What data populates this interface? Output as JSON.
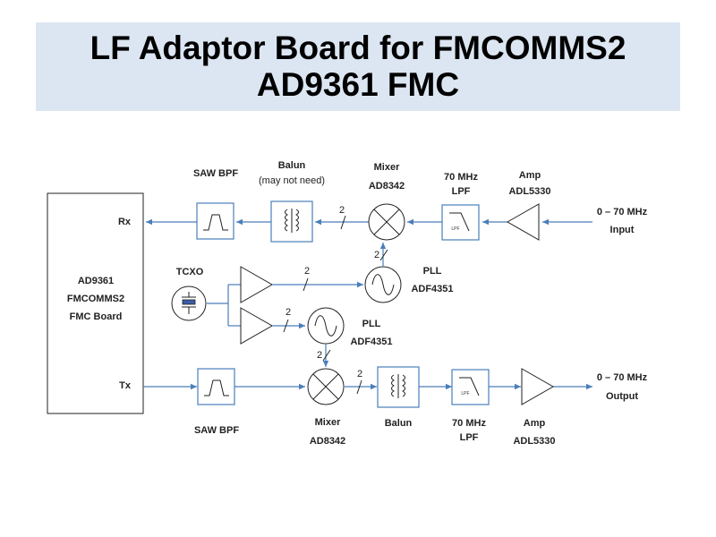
{
  "title": {
    "line1": "LF Adaptor Board for FMCOMMS2",
    "line2": "AD9361 FMC"
  },
  "colors": {
    "title_background": "#dce6f2",
    "signal_wire": "#4a7ebb",
    "block_outline": "#222222"
  },
  "board": {
    "line1": "AD9361",
    "line2": "FMCOMMS2",
    "line3": "FMC Board",
    "rx_port": "Rx",
    "tx_port": "Tx"
  },
  "rx_chain": {
    "saw_bpf": "SAW BPF",
    "balun": "Balun",
    "balun_note": "(may not need)",
    "mixer": "Mixer",
    "mixer_part": "AD8342",
    "lpf_line1": "70 MHz",
    "lpf_line2": "LPF",
    "lpf_icon_text": "LPF",
    "amp": "Amp",
    "amp_part": "ADL5330",
    "io_range": "0 – 70 MHz",
    "io_label": "Input",
    "bus_width_balun": "2",
    "bus_width_lo": "2"
  },
  "tx_chain": {
    "saw_bpf": "SAW BPF",
    "mixer": "Mixer",
    "mixer_part": "AD8342",
    "balun": "Balun",
    "lpf_line1": "70 MHz",
    "lpf_line2": "LPF",
    "lpf_icon_text": "LPF",
    "amp": "Amp",
    "amp_part": "ADL5330",
    "io_range": "0 – 70 MHz",
    "io_label": "Output",
    "bus_width_balun": "2",
    "bus_width_lo": "2"
  },
  "clocking": {
    "tcxo": "TCXO",
    "pll_rx": "PLL",
    "pll_rx_part": "ADF4351",
    "pll_tx": "PLL",
    "pll_tx_part": "ADF4351",
    "bus_width_rx": "2",
    "bus_width_tx": "2"
  }
}
